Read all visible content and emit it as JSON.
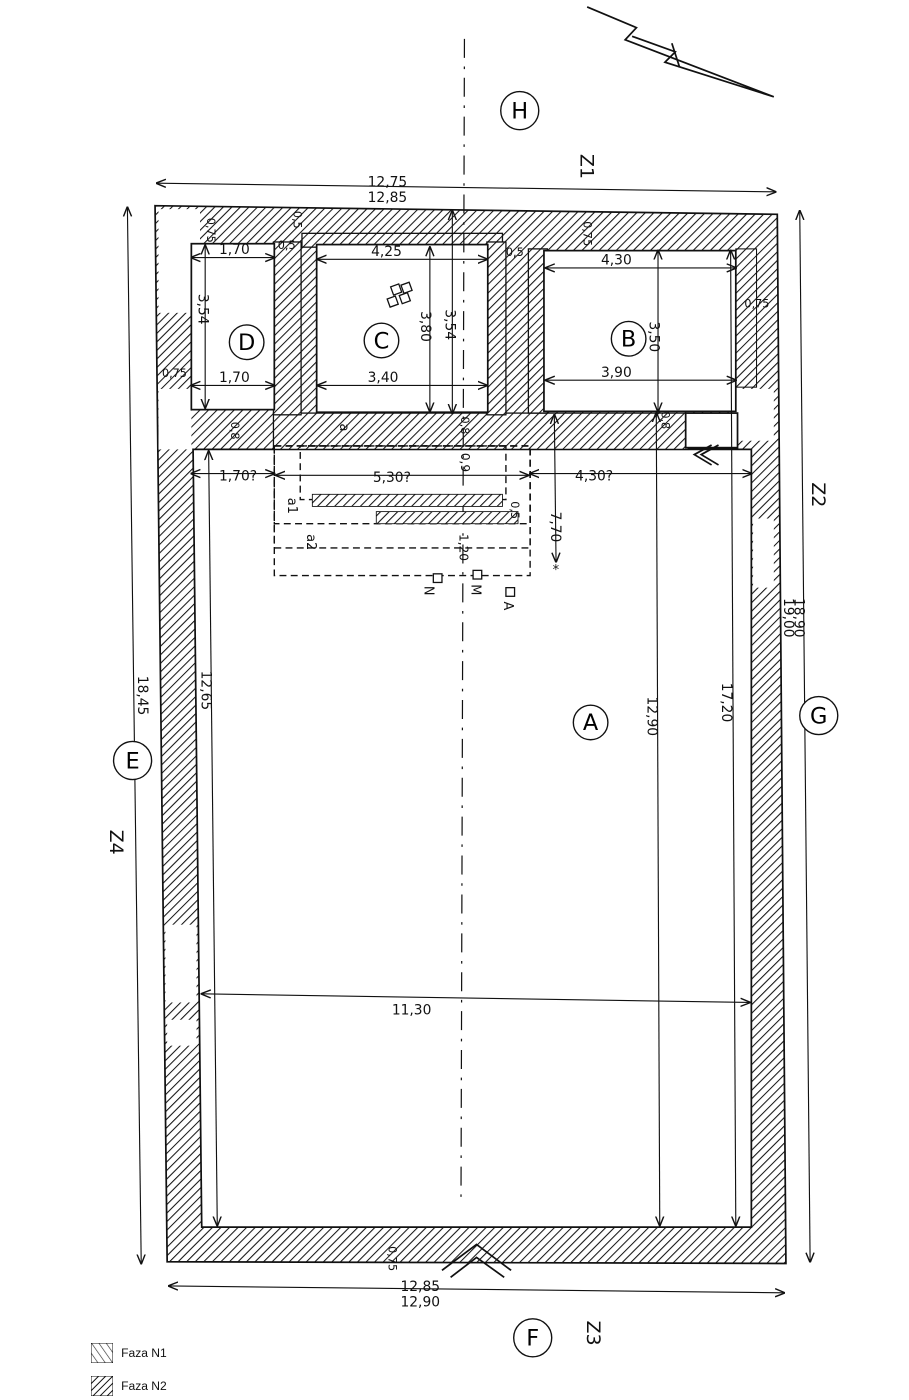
{
  "zones": {
    "Z1": "Z1",
    "Z2": "Z2",
    "Z3": "Z3",
    "Z4": "Z4"
  },
  "circles": {
    "H": "H",
    "E": "E",
    "G": "G",
    "F": "F",
    "A": "A",
    "B": "B",
    "C": "C",
    "D": "D"
  },
  "dims": {
    "top_a": "12,75",
    "top_b": "12,85",
    "bot_a": "12,85",
    "bot_b": "12,90",
    "left_total": "18,45",
    "left_inner": "12,65",
    "right_a": "18,90",
    "right_b": "19,00",
    "right_inner": "17,20",
    "right_mid": "12,90",
    "d_w1": "1,70",
    "d_w2": "1,70",
    "d_h": "3,54",
    "c_w1": "4,25",
    "c_w2": "3,40",
    "c_h1": "3,80",
    "c_h2": "3,54",
    "b_w1": "4,30",
    "b_w2": "3,90",
    "b_h": "3,50",
    "w075_a": "0,75",
    "w075_b": "0,75",
    "w075_c": "0,75",
    "w075_d": "0,75",
    "w075_e": "0,75",
    "w05_a": "0,5",
    "w05_b": "0,5",
    "w05_c": "0,5",
    "w05_d": "0,5",
    "w08_a": "0,8",
    "w08_b": "0,8",
    "w08_c": "0,8",
    "s_170": "1,70?",
    "s_530": "5,30?",
    "s_430": "4,30?",
    "s_09": "0,9",
    "s_120": "1,20",
    "s_770": "7,70",
    "inner_width": "11,30"
  },
  "labels": {
    "a": "a",
    "a1": "a1",
    "a2": "a2",
    "N": "N",
    "M": "M",
    "A_small": "A",
    "star": "*"
  },
  "legend": [
    {
      "label": "Faza N1"
    },
    {
      "label": "Faza N2"
    }
  ]
}
